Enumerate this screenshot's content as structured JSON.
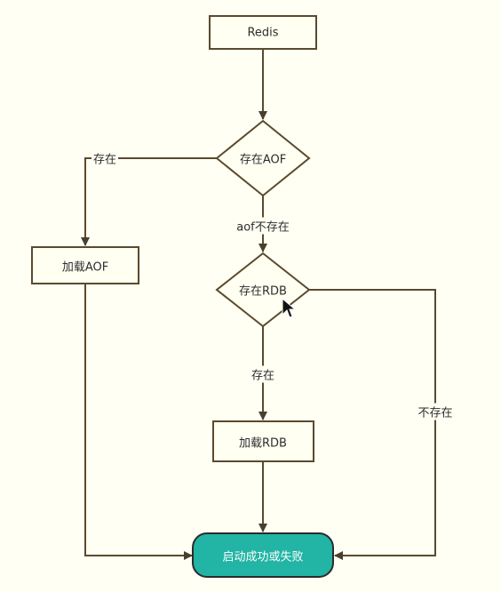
{
  "nodes": {
    "redis": "Redis",
    "exists_aof": "存在AOF",
    "load_aof": "加载AOF",
    "exists_rdb": "存在RDB",
    "load_rdb": "加载RDB",
    "final": "启动成功或失败"
  },
  "edges": {
    "aof_exists": "存在",
    "aof_not_exists": "aof不存在",
    "rdb_exists": "存在",
    "rdb_not_exists": "不存在"
  },
  "colors": {
    "stroke": "#5a4a2c",
    "box_fill": "#fffff2",
    "final_fill": "#22b4a4",
    "final_stroke": "#2b2b2b",
    "background": "#fffff4"
  }
}
